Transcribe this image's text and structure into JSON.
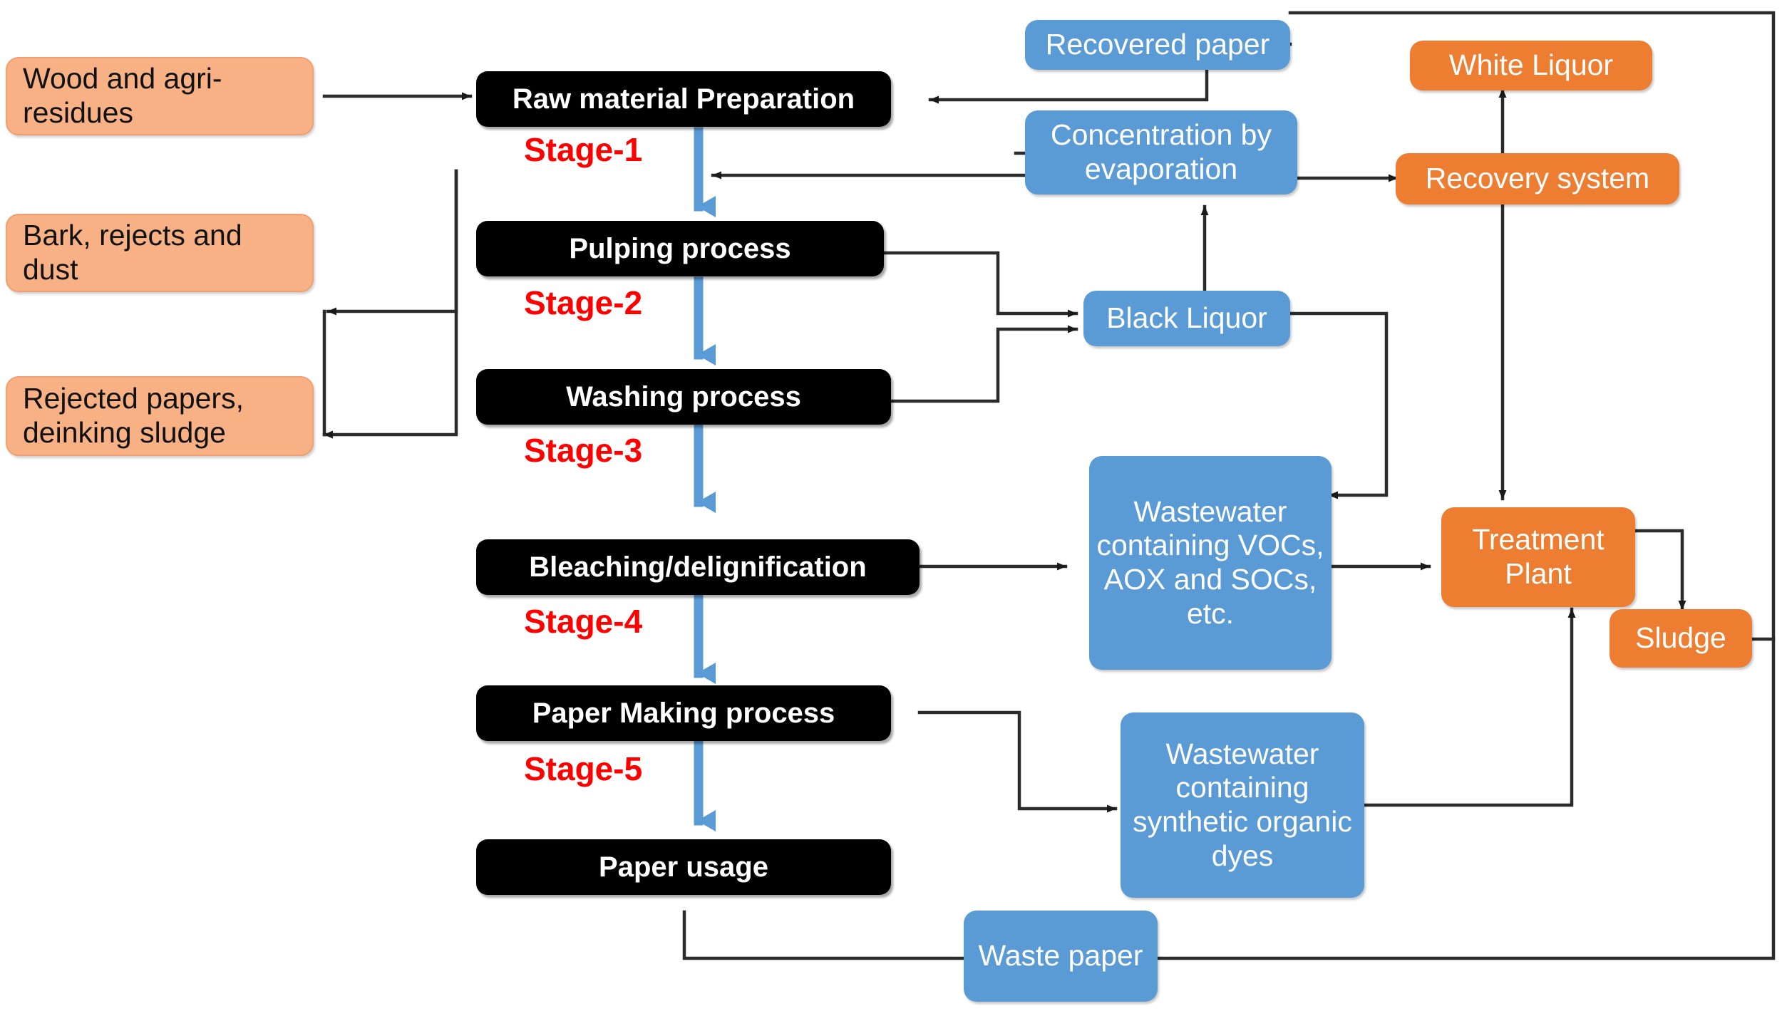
{
  "diagram": {
    "title": "Pulp and paper manufacturing process flow with waste streams",
    "colors": {
      "process_box": "#000000",
      "residue_box": "#F8B184",
      "stream_box": "#5B9BD5",
      "recovery_box": "#ED7D31",
      "stage_label": "#FF0000",
      "stage_arrow": "#5B9BD5",
      "connector": "#262626",
      "background": "#FFFFFF"
    },
    "process_nodes": [
      {
        "id": "raw",
        "label": "Raw material Preparation"
      },
      {
        "id": "pulping",
        "label": "Pulping  process"
      },
      {
        "id": "washing",
        "label": "Washing process"
      },
      {
        "id": "bleach",
        "label": "Bleaching/delignification"
      },
      {
        "id": "papermak",
        "label": "Paper Making process"
      },
      {
        "id": "usage",
        "label": "Paper usage"
      }
    ],
    "stage_labels": [
      {
        "id": "s1",
        "label": "Stage-1"
      },
      {
        "id": "s2",
        "label": "Stage-2"
      },
      {
        "id": "s3",
        "label": "Stage-3"
      },
      {
        "id": "s4",
        "label": "Stage-4"
      },
      {
        "id": "s5",
        "label": "Stage-5"
      }
    ],
    "residue_nodes": [
      {
        "id": "wood",
        "label": "Wood and agri-residues"
      },
      {
        "id": "bark",
        "label": "Bark, rejects and dust"
      },
      {
        "id": "rejected",
        "label": "Rejected papers, deinking sludge"
      }
    ],
    "stream_nodes": [
      {
        "id": "recovered",
        "label": "Recovered paper"
      },
      {
        "id": "concentr",
        "label": "Concentration by evaporation"
      },
      {
        "id": "blackliq",
        "label": "Black Liquor"
      },
      {
        "id": "wastewater1",
        "label": "Wastewater containing VOCs, AOX and SOCs, etc."
      },
      {
        "id": "wastewater2",
        "label": "Wastewater containing synthetic organic dyes"
      },
      {
        "id": "wastepaper",
        "label": "Waste paper"
      }
    ],
    "recovery_nodes": [
      {
        "id": "whiteliq",
        "label": "White Liquor"
      },
      {
        "id": "recovsys",
        "label": "Recovery system"
      },
      {
        "id": "treatment",
        "label": "Treatment Plant"
      },
      {
        "id": "sludge",
        "label": "Sludge"
      }
    ],
    "connections": [
      {
        "from": "wood",
        "to": "raw",
        "kind": "arrow"
      },
      {
        "from": "raw",
        "to": "pulping",
        "kind": "stage-arrow",
        "stage": "Stage-1"
      },
      {
        "from": "pulping",
        "to": "washing",
        "kind": "stage-arrow",
        "stage": "Stage-2"
      },
      {
        "from": "washing",
        "to": "bleach",
        "kind": "stage-arrow",
        "stage": "Stage-3"
      },
      {
        "from": "bleach",
        "to": "papermak",
        "kind": "stage-arrow",
        "stage": "Stage-4"
      },
      {
        "from": "papermak",
        "to": "usage",
        "kind": "stage-arrow",
        "stage": "Stage-5"
      },
      {
        "from": "raw",
        "to": "bark",
        "kind": "arrow"
      },
      {
        "from": "pulping",
        "to": "rejected",
        "kind": "arrow"
      },
      {
        "from": "recovered",
        "to": "raw",
        "kind": "arrow"
      },
      {
        "from": "concentr",
        "to": "raw",
        "kind": "arrow"
      },
      {
        "from": "pulping",
        "to": "blackliq",
        "kind": "arrow"
      },
      {
        "from": "washing",
        "to": "blackliq",
        "kind": "arrow"
      },
      {
        "from": "blackliq",
        "to": "concentr",
        "kind": "arrow"
      },
      {
        "from": "concentr",
        "to": "recovsys",
        "kind": "arrow"
      },
      {
        "from": "recovsys",
        "to": "whiteliq",
        "kind": "arrow"
      },
      {
        "from": "recovsys",
        "to": "wastewater1",
        "kind": "arrow"
      },
      {
        "from": "blackliq",
        "to": "treatment",
        "kind": "arrow"
      },
      {
        "from": "bleach",
        "to": "wastewater1",
        "kind": "arrow"
      },
      {
        "from": "wastewater1",
        "to": "treatment",
        "kind": "arrow"
      },
      {
        "from": "treatment",
        "to": "sludge",
        "kind": "arrow"
      },
      {
        "from": "papermak",
        "to": "wastewater2",
        "kind": "arrow"
      },
      {
        "from": "wastewater2",
        "to": "treatment",
        "kind": "arrow"
      },
      {
        "from": "usage",
        "to": "wastepaper",
        "kind": "line"
      },
      {
        "from": "wastepaper",
        "to": "recovered",
        "kind": "line"
      },
      {
        "from": "sludge",
        "to": "wastepaper",
        "kind": "line"
      }
    ]
  }
}
